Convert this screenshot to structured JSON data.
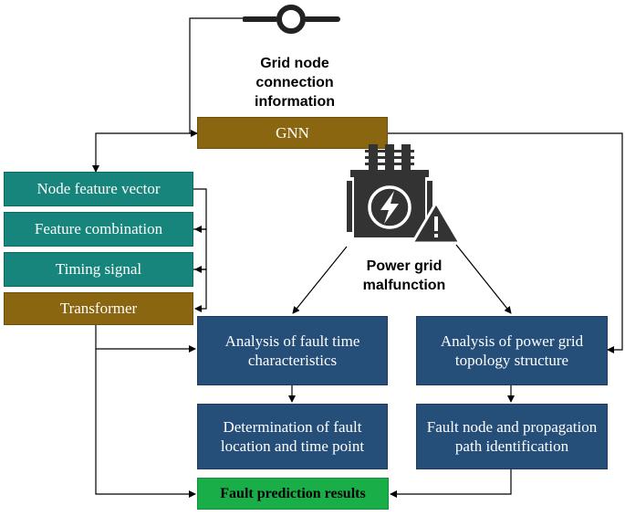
{
  "grid_label": "Grid node connection information",
  "gnn": "GNN",
  "left_stack": {
    "node_feature": "Node feature vector",
    "feature_combination": "Feature combination",
    "timing_signal": "Timing signal",
    "transformer": "Transformer"
  },
  "malfunction_label": "Power grid malfunction",
  "analysis_time": "Analysis of fault time characteristics",
  "analysis_topology": "Analysis of power grid topology structure",
  "determination": "Determination of fault location and time point",
  "fault_node": "Fault node and propagation path identification",
  "results": "Fault prediction results",
  "colors": {
    "teal": "#17857c",
    "brown": "#8a6610",
    "navy": "#254e79",
    "green": "#1aae49"
  },
  "icons": [
    "grid-node-icon",
    "power-transformer-icon",
    "warning-icon",
    "lightning-icon"
  ]
}
